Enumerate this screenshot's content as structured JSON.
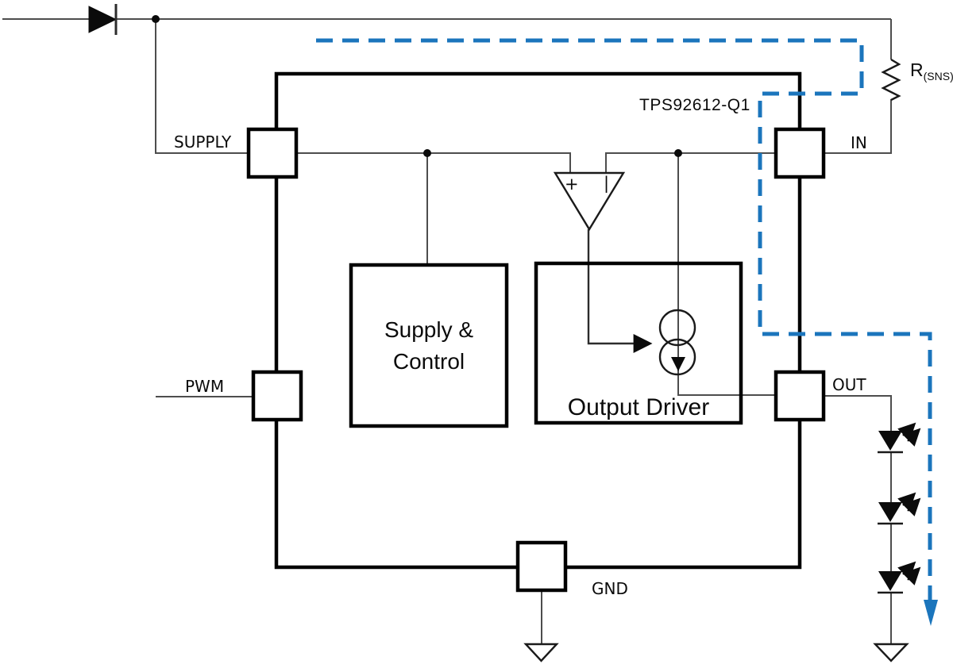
{
  "title": "TPS92612-Q1 simplified schematic block diagram",
  "colors": {
    "accent_blue": "#1B75BC",
    "wire_gray": "#4d4d4d",
    "outline_black": "#000000"
  },
  "labels": {
    "part_number": "TPS92612-Q1",
    "sense_resistor": {
      "name": "R",
      "subscript": "(SNS)"
    },
    "opamp": {
      "plus": "+",
      "minus": "|"
    },
    "blocks": {
      "supply_control_line1": "Supply &",
      "supply_control_line2": "Control",
      "output_driver": "Output Driver"
    },
    "pins": {
      "supply": "SUPPLY",
      "pwm": "PWM",
      "in": "IN",
      "out": "OUT",
      "gnd": "GND"
    }
  }
}
